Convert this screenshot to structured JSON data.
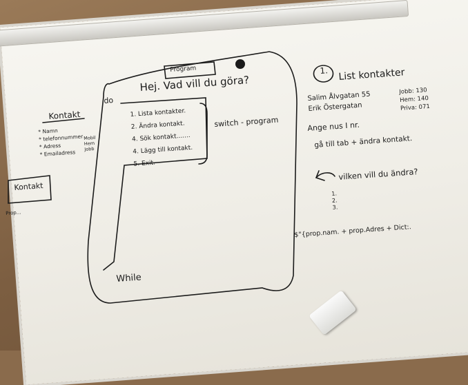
{
  "left_panel": {
    "title": "Kontakt",
    "fields": [
      "* Namn",
      "* telefonnummer",
      "* Adress",
      "* Emailadress"
    ],
    "phone_types": [
      "Mobil",
      "Hem",
      "Jobb"
    ],
    "box_label": "Kontakt",
    "note": "Prop..."
  },
  "center_panel": {
    "program_label": "Program",
    "do_label": "do",
    "greeting": "Hej. Vad vill du göra?",
    "menu": [
      "1. Lista kontakter.",
      "2. Ändra kontakt.",
      "4. Sök kontakt.......",
      "4. Lägg till kontakt.",
      "5. Exit."
    ],
    "switch_label": "switch - program",
    "while_label": "While"
  },
  "right_panel": {
    "step_number": "1.",
    "heading": "List kontakter",
    "contacts": [
      "Salim Ålvgatan 55",
      "Erik Östergatan"
    ],
    "phones": [
      "Jobb: 130",
      "Hem: 140",
      "Priva: 071"
    ],
    "prompt": "Ange nus I nr.",
    "goto": "gå till tab + ändra kontakt.",
    "question": "vilken vill du ändra?",
    "options": [
      "1.",
      "2.",
      "3."
    ],
    "code": "$\"{prop.nam. + prop.Adres + Dict:."
  },
  "colors": {
    "ink": "#1b1b1b",
    "board": "#f2f0ea",
    "wall": "#8a6b4c"
  }
}
